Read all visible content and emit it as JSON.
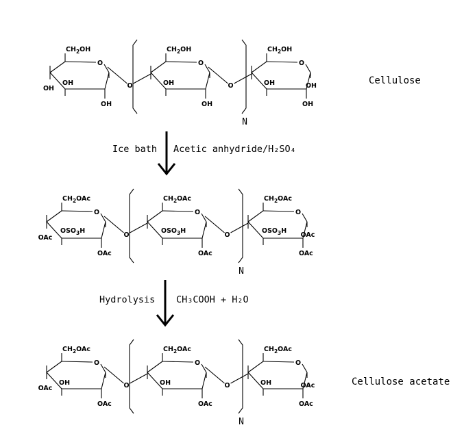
{
  "captions": {
    "cellulose": "Cellulose",
    "cellulose_acetate": "Cellulose acetate"
  },
  "conditions": {
    "step1_left": "Ice bath",
    "step1_right": "Acetic anhydride/H₂SO₄",
    "step2_left": "Hydrolysis",
    "step2_right": "CH₃COOH + H₂O"
  },
  "repeat_label": "N",
  "rows": [
    {
      "ring_oxygen": "O",
      "link_oxygen": "O",
      "c6_prefix": "CH",
      "c6_sub": "2",
      "c6_suffix": "OH",
      "c2": "OH",
      "c3": "OH",
      "c4": "OH",
      "c1": "OH"
    },
    {
      "ring_oxygen": "O",
      "link_oxygen": "O",
      "c6_prefix": "CH",
      "c6_sub": "2",
      "c6_suffix": "OAc",
      "c3_prefix": "OSO",
      "c3_sub": "3",
      "c3_suffix": "H",
      "c2": "OAc",
      "c4": "OAc",
      "c1": "OAc"
    },
    {
      "ring_oxygen": "O",
      "link_oxygen": "O",
      "c6_prefix": "CH",
      "c6_sub": "2",
      "c6_suffix": "OAc",
      "c3": "OH",
      "c2": "OAc",
      "c4": "OAc",
      "c1": "OAc"
    }
  ]
}
